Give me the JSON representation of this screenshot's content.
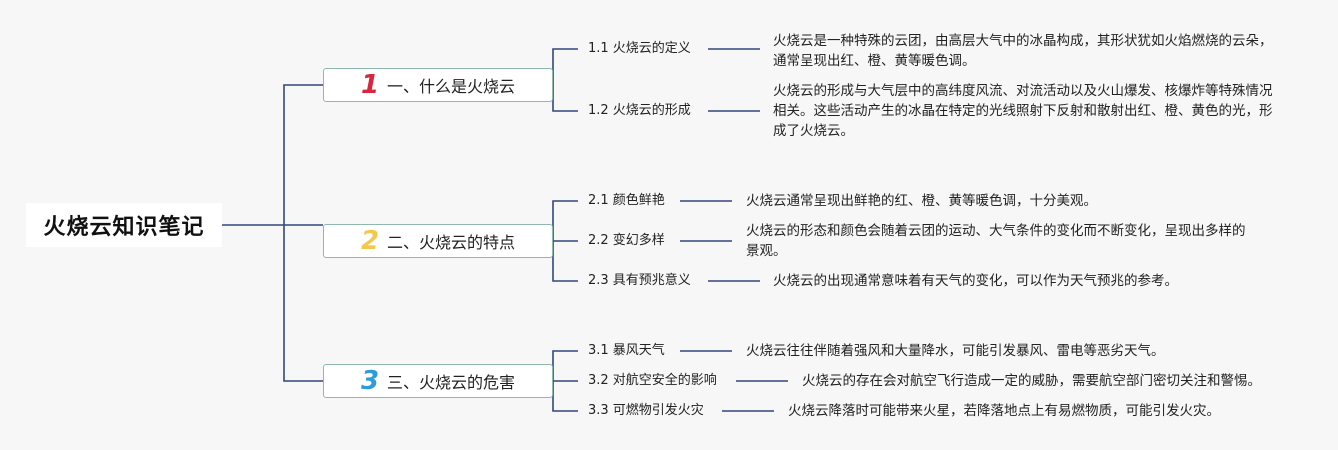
{
  "root": {
    "title": "火烧云知识笔记"
  },
  "colors": {
    "line": "#33477a",
    "num1": "#d7263d",
    "num2": "#f2c94c",
    "num3": "#2d9cdb",
    "border": "#8fb9ad"
  },
  "branches": [
    {
      "num": "1",
      "title": "一、什么是火烧云",
      "items": [
        {
          "label": "1.1 火烧云的定义",
          "text": "火烧云是一种特殊的云团，由高层大气中的冰晶构成，其形状犹如火焰燃烧的云朵，通常呈现出红、橙、黄等暖色调。"
        },
        {
          "label": "1.2 火烧云的形成",
          "text": "火烧云的形成与大气层中的高纬度风流、对流活动以及火山爆发、核爆炸等特殊情况相关。这些活动产生的冰晶在特定的光线照射下反射和散射出红、橙、黄色的光，形成了火烧云。"
        }
      ]
    },
    {
      "num": "2",
      "title": "二、火烧云的特点",
      "items": [
        {
          "label": "2.1 颜色鲜艳",
          "text": "火烧云通常呈现出鲜艳的红、橙、黄等暖色调，十分美观。"
        },
        {
          "label": "2.2 变幻多样",
          "text": "火烧云的形态和颜色会随着云团的运动、大气条件的变化而不断变化，呈现出多样的景观。"
        },
        {
          "label": "2.3 具有预兆意义",
          "text": "火烧云的出现通常意味着有天气的变化，可以作为天气预兆的参考。"
        }
      ]
    },
    {
      "num": "3",
      "title": "三、火烧云的危害",
      "items": [
        {
          "label": "3.1 暴风天气",
          "text": "火烧云往往伴随着强风和大量降水，可能引发暴风、雷电等恶劣天气。"
        },
        {
          "label": "3.2 对航空安全的影响",
          "text": "火烧云的存在会对航空飞行造成一定的威胁，需要航空部门密切关注和警惕。"
        },
        {
          "label": "3.3 可燃物引发火灾",
          "text": "火烧云降落时可能带来火星，若降落地点上有易燃物质，可能引发火灾。"
        }
      ]
    }
  ]
}
